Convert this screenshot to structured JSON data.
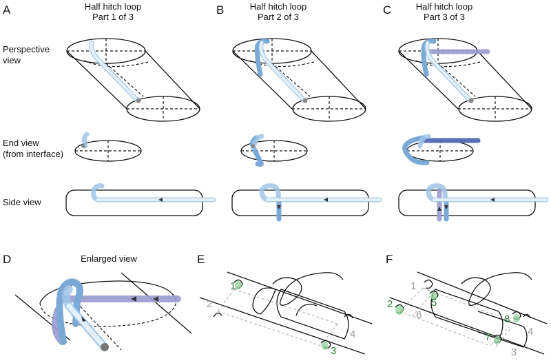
{
  "panels": {
    "A": {
      "letter": "A",
      "title_line1": "Half hitch loop",
      "title_line2": "Part 1 of 3"
    },
    "B": {
      "letter": "B",
      "title_line1": "Half hitch loop",
      "title_line2": "Part 2 of 3"
    },
    "C": {
      "letter": "C",
      "title_line1": "Half hitch loop",
      "title_line2": "Part 3 of 3"
    },
    "D": {
      "letter": "D",
      "title": "Enlarged view"
    },
    "E": {
      "letter": "E"
    },
    "F": {
      "letter": "F"
    }
  },
  "row_labels": {
    "perspective_line1": "Perspective",
    "perspective_line2": "view",
    "end_line1": "End view",
    "end_line2": "(from interface)",
    "side": "Side view"
  },
  "numbers": {
    "E": [
      "1",
      "2",
      "3",
      "4"
    ],
    "F": [
      "1",
      "2",
      "3",
      "4",
      "5",
      "6",
      "7",
      "8"
    ]
  },
  "colors": {
    "rope_light": "#9fc6e6",
    "rope_mid": "#7aa9d6",
    "rope_purple": "#9a9bd0",
    "rope_dark": "#5a6fb8",
    "green": "#2e7d3c",
    "grey": "#9a9a9a"
  }
}
